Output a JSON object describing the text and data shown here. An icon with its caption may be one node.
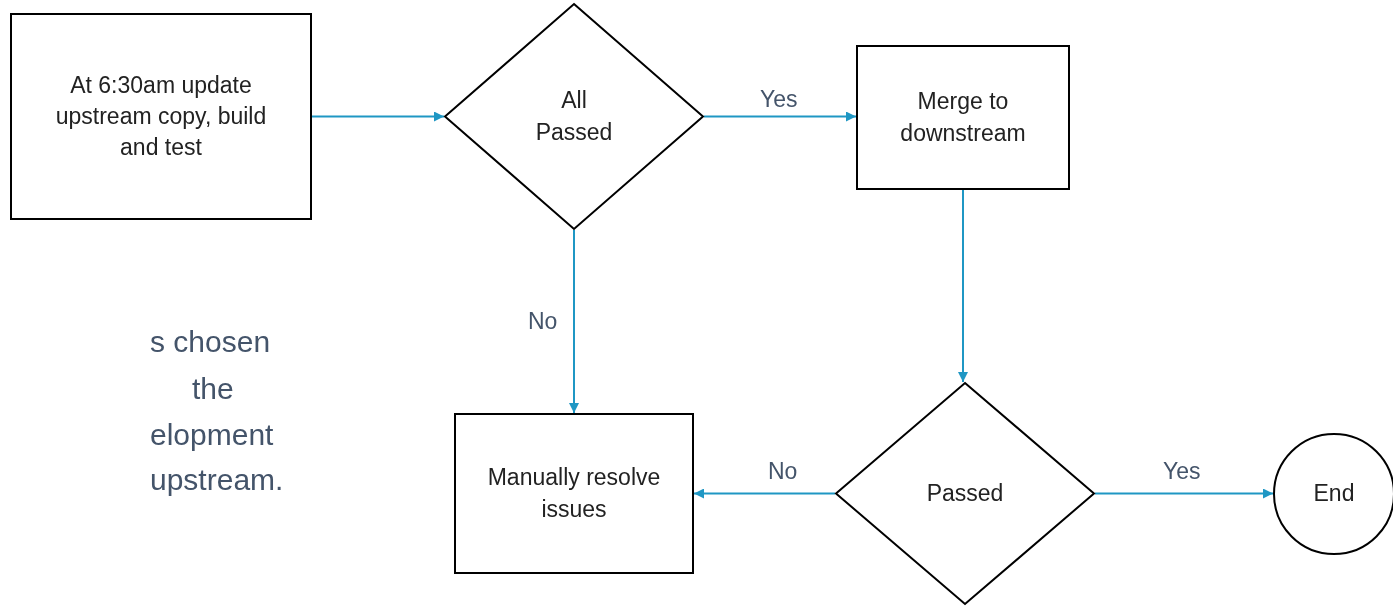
{
  "diagram": {
    "nodes": [
      {
        "text": [
          "At 6:30am update upstream copy, build and test"
        ]
      },
      {
        "text": [
          "All Passed"
        ]
      },
      {
        "text": [
          "Merge to downstream"
        ]
      },
      {
        "text": [
          "Manually resolve issues"
        ]
      },
      {
        "text": [
          "Passed"
        ]
      },
      {
        "text": [
          "End"
        ]
      }
    ],
    "edges": [
      {
        "from": 0,
        "to": 1,
        "arrow": "to"
      },
      {
        "from": 1,
        "to": 2,
        "arrow": "to",
        "label": "Yes"
      },
      {
        "from": 1,
        "to": 3,
        "arrow": "to",
        "label": "No"
      },
      {
        "from": 2,
        "to": 4,
        "arrow": "to"
      },
      {
        "from": 4,
        "to": 3,
        "arrow": "to",
        "label": "No"
      },
      {
        "from": 4,
        "to": 5,
        "arrow": "to",
        "label": "Yes"
      }
    ],
    "labels": [
      "s chosen",
      "the",
      "elopment",
      "upstream."
    ]
  }
}
